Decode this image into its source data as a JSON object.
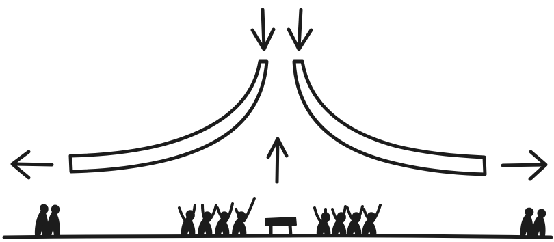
{
  "diagram": {
    "style": "hand-drawn black ink sketch on white",
    "colors": {
      "ink": "#1c1c1c",
      "background": "#ffffff"
    },
    "elements": [
      "downward-arrow-left",
      "downward-arrow-right",
      "left-curved-roof-wing",
      "right-curved-roof-wing",
      "upward-arrow-center",
      "outward-arrow-left",
      "outward-arrow-right",
      "ground-line",
      "person-group-far-left",
      "crowd-left-of-altar",
      "altar-table",
      "crowd-right-of-altar",
      "person-group-far-right"
    ],
    "labels": []
  }
}
